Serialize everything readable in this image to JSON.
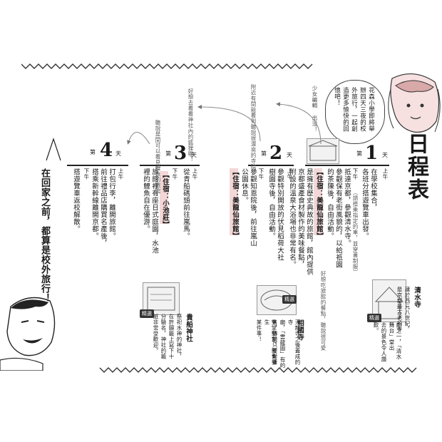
{
  "title": "日程表",
  "intro": [
    "花森小學即將舉",
    "辦四天三夜的校",
    "外旅行，一起創",
    "造更多愉快的回",
    "憶吧！"
  ],
  "side_note": "少女編輯\n出沒！",
  "days": [
    {
      "no": "1",
      "prefix": "第",
      "suffix": "天",
      "morning": "上午",
      "afternoon": "下午",
      "items": [
        "在學校集合，",
        "各班分搭遊覽車出發。",
        "（請搭乘指定的車，並穿著制服）",
        "抵達京都，參觀清水寺。",
        "參觀保有老街風貌的，以給祇園",
        "的茶陳後，自由活動。"
      ],
      "stay": "【住宿：美龍仙旅館】",
      "stay_notes": [
        "是擁有歷史典故的旅館，館內提供",
        "京都盛產食材製作的美味餐點，",
        "附設的溫泉大浴場也非常有名。"
      ],
      "arrow_note": "好想吃旅館的餐點，聽說很可愛",
      "spot_name": "清水寺",
      "spot_text": [
        "建於西元八世紀，",
        "是京都最古老的寺",
        "廟之一，「清水舞台」堂出",
        "去的景色令人讚",
        "歎。"
      ]
    },
    {
      "no": "2",
      "prefix": "第",
      "suffix": "天",
      "morning": "上午",
      "afternoon": "下午",
      "items": [
        "參觀特別開放的伏見稻荷大社",
        "樹園寺後，自由活動。",
        "參觀知恩院後，前往嵐山",
        "公園休息。"
      ],
      "stay": "【住宿：美龍仙旅館】",
      "arrow_note": "附近有間能看到聽說很漂亮的寺院！",
      "spot_name": "相國寺",
      "spot_text": [
        "天龍寺之後蓋成的寺",
        "廟，「雲龍圖」有的",
        "名，傳說只要對著",
        "雙掌擊掌，就會發生",
        "某件事！"
      ]
    },
    {
      "no": "3",
      "prefix": "第",
      "suffix": "天",
      "morning": "上午",
      "afternoon": "下午",
      "items": [
        "從青船碼頭前往嵐馬。"
      ],
      "stay": "【住宿：小池莊】",
      "stay_notes": [
        "旅館裡有座日式庭園，水池",
        "裡的鯉魚自在優游。"
      ],
      "arrow_note": "聽說是間可以看見鯉魚的旅館",
      "spot_name": "貴船神社",
      "spot_text": [
        "祭祀水神的神社，",
        "在許願籤上寫下十",
        "分驗名，神社的籤",
        "紙非常受歡迎。"
      ]
    },
    {
      "no": "4",
      "prefix": "第",
      "suffix": "天",
      "morning": "上午",
      "afternoon": "下午",
      "items": [
        "打包行李，離開旅館。",
        "前往禮品店購買名產後，",
        "搭乘新幹線離開京都。",
        "搭遊覽車返校解散。"
      ],
      "arrow_note": "好想去看看神社內的狐狸喔！",
      "spot_name": "",
      "spot_text": []
    }
  ],
  "badge_label": "精選",
  "speech": "在回家之前，都算是校外旅行！"
}
